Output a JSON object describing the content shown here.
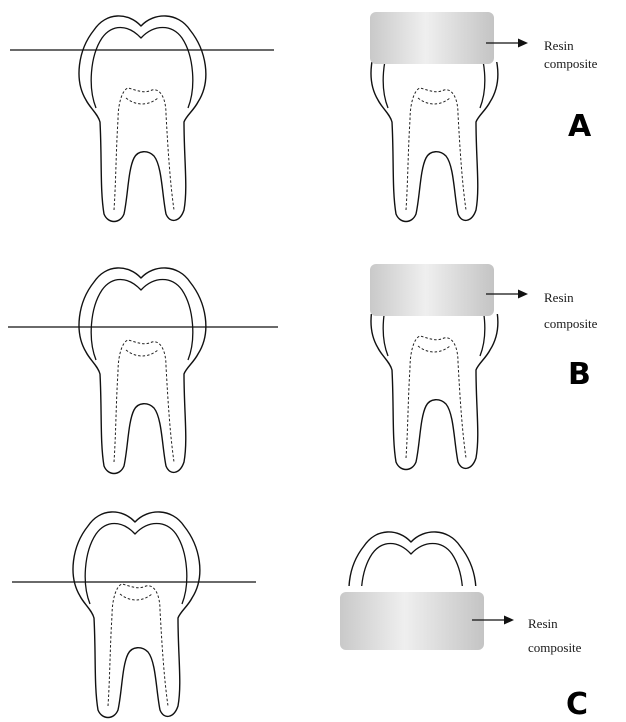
{
  "colors": {
    "resin_edge": "#c9c9c9",
    "resin_center": "#efefef",
    "outline": "#111111"
  },
  "panels": [
    {
      "id": "A",
      "letter": "A",
      "callout_line1": "Resin",
      "callout_line2": "composite"
    },
    {
      "id": "B",
      "letter": "B",
      "callout_line1": "Resin",
      "callout_line2": "composite"
    },
    {
      "id": "C",
      "letter": "C",
      "callout_line1": "Resin",
      "callout_line2": "composite"
    }
  ]
}
